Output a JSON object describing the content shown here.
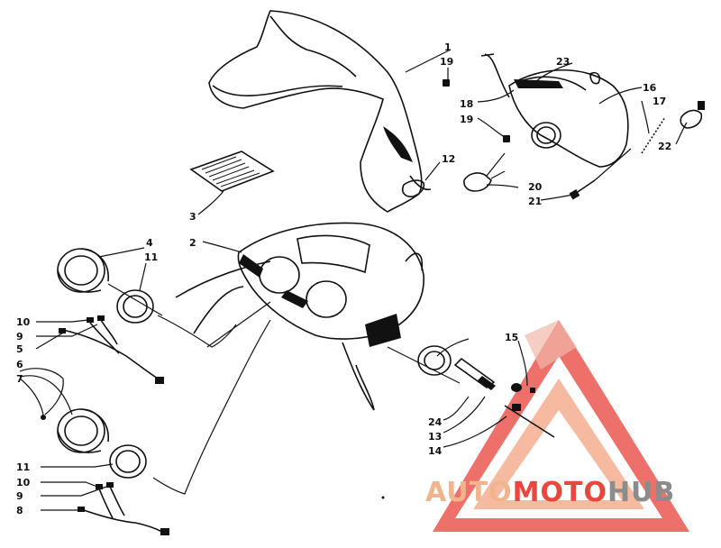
{
  "callouts": {
    "c1": "1",
    "c2": "2",
    "c3": "3",
    "c4": "4",
    "c5": "5",
    "c6": "6",
    "c7": "7",
    "c8": "8",
    "c9a": "9",
    "c9b": "9",
    "c10a": "10",
    "c10b": "10",
    "c11a": "11",
    "c11b": "11",
    "c12": "12",
    "c13": "13",
    "c14": "14",
    "c15": "15",
    "c16": "16",
    "c17": "17",
    "c18": "18",
    "c19a": "19",
    "c19b": "19",
    "c20": "20",
    "c21": "21",
    "c22": "22",
    "c23": "23",
    "c24": "24"
  },
  "watermark": {
    "part1": "AUTO",
    "part2": "MOTO",
    "part3": "HUB",
    "color_light": "#f2b48c",
    "color_red": "#e8473d",
    "color_gray": "#8c8c8c"
  }
}
